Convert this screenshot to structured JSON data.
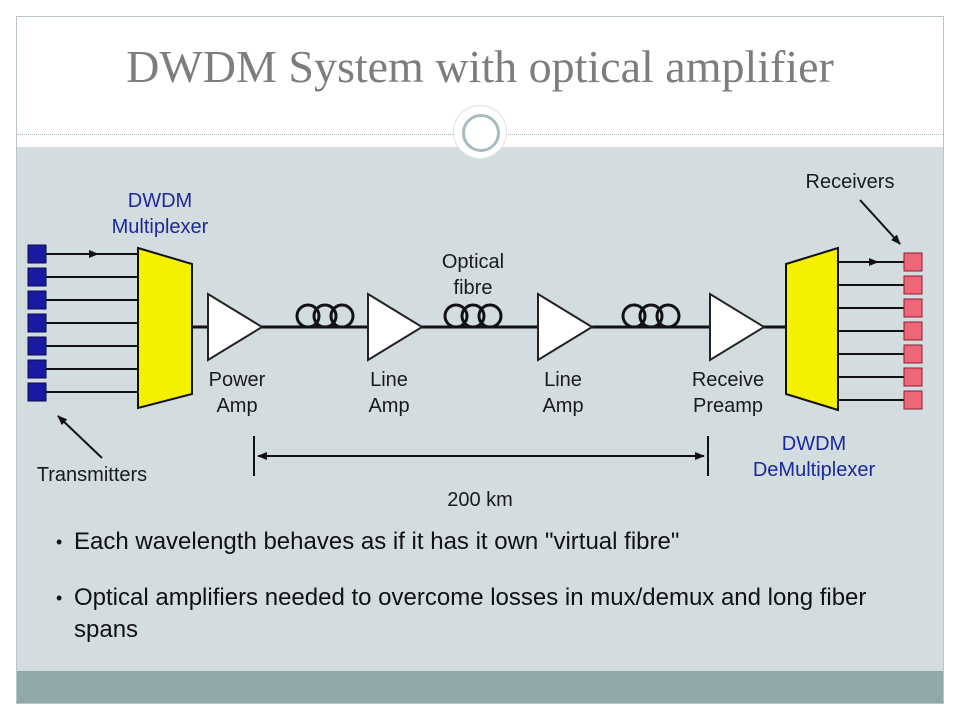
{
  "slide": {
    "title": "DWDM System with optical amplifier"
  },
  "diagram": {
    "mux_label_line1": "DWDM",
    "mux_label_line2": "Multiplexer",
    "demux_label_line1": "DWDM",
    "demux_label_line2": "DeMultiplexer",
    "transmitters_label": "Transmitters",
    "receivers_label": "Receivers",
    "fibre_label_line1": "Optical",
    "fibre_label_line2": "fibre",
    "amplifiers": [
      {
        "line1": "Power",
        "line2": "Amp"
      },
      {
        "line1": "Line",
        "line2": "Amp"
      },
      {
        "line1": "Line",
        "line2": "Amp"
      },
      {
        "line1": "Receive",
        "line2": "Preamp"
      }
    ],
    "distance_label": "200 km",
    "transmitter_count": 7,
    "receiver_count": 7,
    "colors": {
      "transmitter": "#1a1aa0",
      "receiver": "#ee6677",
      "mux": "#f5f000",
      "amp_fill": "#ffffff"
    }
  },
  "bullets": [
    {
      "text": "Each wavelength behaves as if it has it own \"virtual fibre\""
    },
    {
      "text": "Optical amplifiers needed to overcome losses in mux/demux and long fiber spans"
    }
  ]
}
